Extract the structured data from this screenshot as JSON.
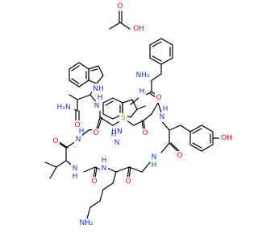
{
  "molecule": {
    "acetic_acid": {
      "oxygen": "O",
      "hydroxyl": "OH"
    },
    "atoms": {
      "amide_n": "H₂N",
      "amide_o": "O",
      "indole_nh_1": "NH",
      "amide_nh_trp": "N",
      "amide_h_trp": "H",
      "sulfur": "S",
      "amine": "NH₂",
      "phe_carbonyl_o": "O",
      "phe_amide_nh": "N",
      "phe_amide_h": "H",
      "cys_nh": "N",
      "cys_h": "H",
      "ring_o_upper": "O",
      "indole_nh_2": "HN",
      "tyr_amide_n": "N",
      "tyr_amide_h": "H",
      "hydroxyl": "OH",
      "val_o": "O",
      "val_nh": "N",
      "val_h": "H",
      "lys_o": "O",
      "lys_nh": "N",
      "lys_h": "H",
      "tyr_o": "O",
      "tyr_nh": "N",
      "tyr_h": "H",
      "lys_o2": "O",
      "lys_amine": "NH₂",
      "stereo_h": "H"
    },
    "colors": {
      "nitrogen": "#2338d4",
      "oxygen": "#e0141d",
      "sulfur": "#b59a00",
      "bond": "#000000"
    }
  }
}
